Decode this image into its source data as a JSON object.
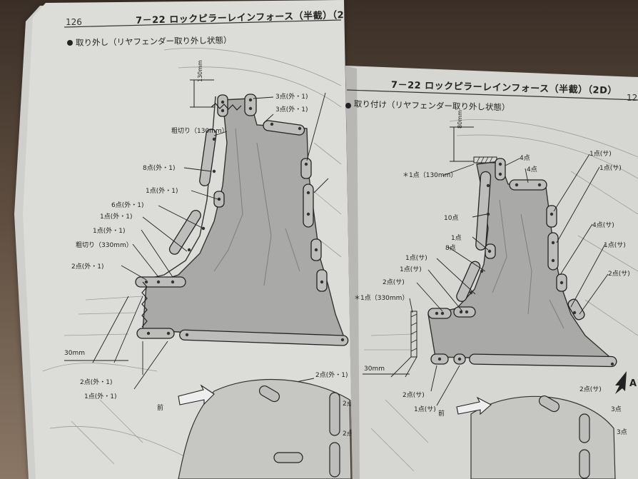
{
  "colors": {
    "paper": "#d9d9d6",
    "paper_shadow": "#b9b8b4",
    "ink": "#222222",
    "panel": "#a8a8a6",
    "weld_fill": "#444444",
    "background": "#5a4a3c"
  },
  "left_page": {
    "page_number": "126",
    "header": "7－22 ロックピラーレインフォース（半截）（2",
    "section": "取り外し（リヤフェンダー取り外し状態）",
    "dim_vertical": "130mm",
    "dim_horizontal": "30mm",
    "labels": {
      "l01": "3点(外・1)",
      "l02": "3点(外・1)",
      "l03": "粗切り（130mm）",
      "l04": "8点(外・1)",
      "l05": "1点(外・1)",
      "l06": "6点(外・1)",
      "l07": "1点(外・1)",
      "l08": "1点(外・1)",
      "l09": "粗切り（330mm）",
      "l10": "2点(外・1)",
      "l11": "2点(外・1)",
      "l12": "1点(外・1)",
      "l13": "2点(外・1)",
      "l14": "2点",
      "l15": "2点",
      "l16": "前"
    }
  },
  "right_page": {
    "page_number": "12",
    "header": "7－22 ロックピラーレインフォース（半截）（2D）",
    "section": "取り付け（リヤフェンダー取り外し状態）",
    "dim_vertical": "80mm",
    "dim_horizontal": "30mm",
    "labels": {
      "r01": "4点",
      "r02": "4点",
      "r03": "＊1点（130mm）",
      "r04": "1点(サ)",
      "r05": "1点(サ)",
      "r06": "10点",
      "r07": "4点(サ)",
      "r08": "1点",
      "r09": "1点(サ)",
      "r10": "8点",
      "r11": "1点(サ)",
      "r12": "1点(サ)",
      "r13": "2点(サ)",
      "r14": "2点(サ)",
      "r15": "＊1点（330mm）",
      "r16": "2点(サ)",
      "r17": "1点(サ)",
      "r18": "2点(サ)",
      "r19": "3点",
      "r20": "3点",
      "r21": "A",
      "r22": "前"
    }
  }
}
